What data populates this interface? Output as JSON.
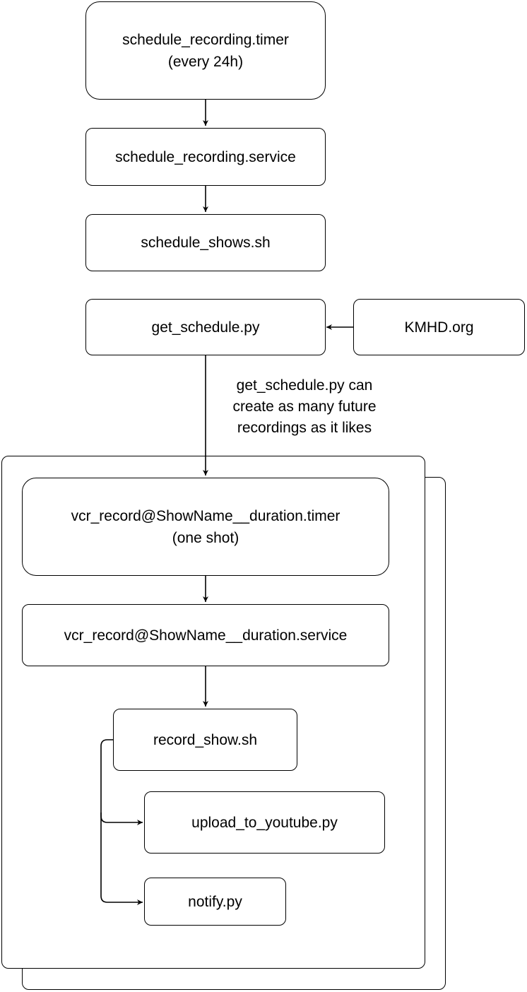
{
  "nodes": {
    "timer": {
      "line1": "schedule_recording.timer",
      "line2": "(every 24h)"
    },
    "service": "schedule_recording.service",
    "schedule_shows": "schedule_shows.sh",
    "get_schedule": "get_schedule.py",
    "kmhd": "KMHD.org",
    "vcr_timer": {
      "line1": "vcr_record@ShowName__duration.timer",
      "line2": "(one shot)"
    },
    "vcr_service": "vcr_record@ShowName__duration.service",
    "record_show": "record_show.sh",
    "upload": "upload_to_youtube.py",
    "notify": "notify.py"
  },
  "annotation": {
    "line1": "get_schedule.py can",
    "line2": "create as many future",
    "line3": "recordings as it likes"
  }
}
